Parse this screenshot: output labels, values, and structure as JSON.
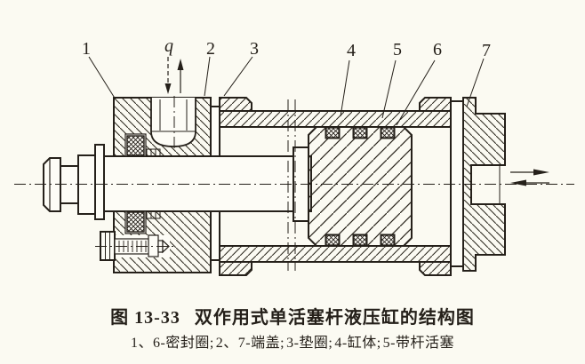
{
  "diagram": {
    "flow_label": "q",
    "part_numbers": [
      "1",
      "2",
      "3",
      "4",
      "5",
      "6",
      "7"
    ]
  },
  "caption": {
    "fig_label": "图 13-33",
    "title": "双作用式单活塞杆液压缸的结构图",
    "legend_items": [
      "1、6-密封圈;",
      "2、7-端盖;",
      "3-垫圈;",
      "4-缸体;",
      "5-带杆活塞"
    ]
  },
  "colors": {
    "ink": "#25201a",
    "paper": "#fbfaf2"
  }
}
